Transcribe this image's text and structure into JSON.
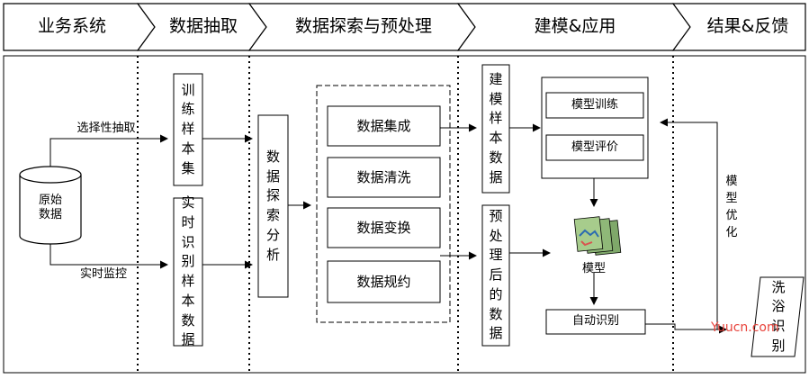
{
  "header": {
    "stages": [
      "业务系统",
      "数据抽取",
      "数据探索与预处理",
      "建模&应用",
      "结果&反馈"
    ]
  },
  "business": {
    "source": "原始\n数据",
    "edge_selective": "选择性抽取",
    "edge_realtime": "实时监控"
  },
  "extraction": {
    "training_sample": "训练样本集",
    "realtime_sample": "实时识别样本数据"
  },
  "exploration": {
    "analysis": "数据探索分析",
    "steps": [
      "数据集成",
      "数据清洗",
      "数据变换",
      "数据规约"
    ]
  },
  "modeling": {
    "modeling_sample": "建模样本数据",
    "preprocessed": "预处理后的数据",
    "train": "模型训练",
    "evaluate": "模型评价",
    "model_label": "模型",
    "auto_identify": "自动识别"
  },
  "feedback": {
    "optimize": "模型优化",
    "result": "洗浴识别"
  },
  "watermark": "Yuucn.com"
}
